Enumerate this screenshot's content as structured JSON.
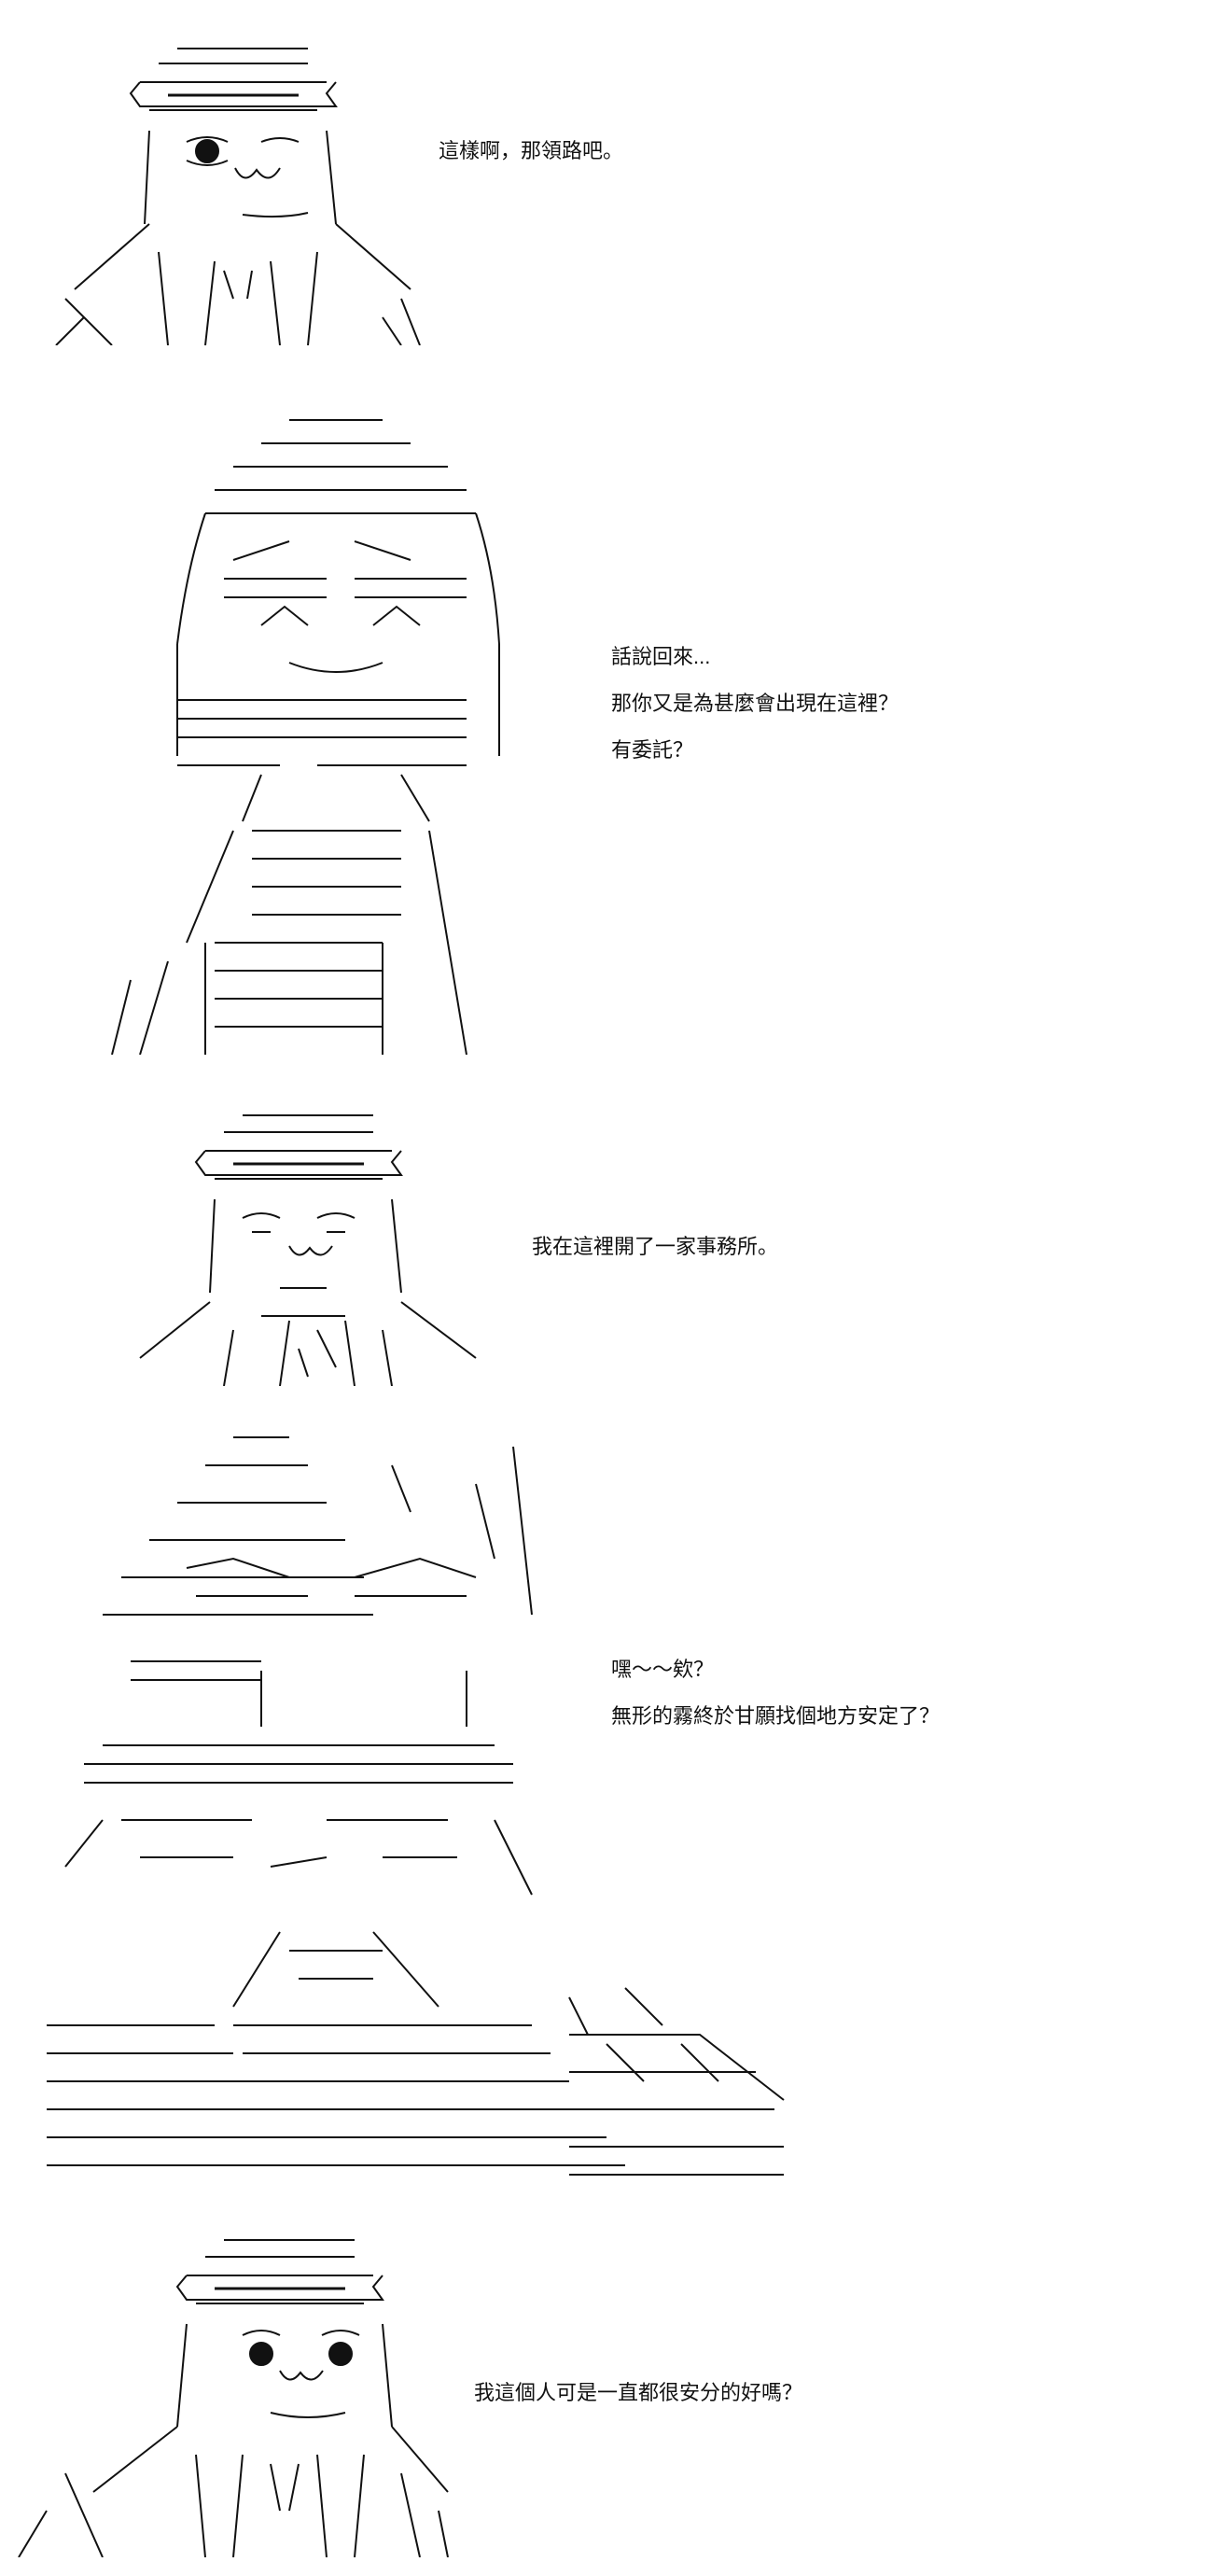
{
  "panels": [
    {
      "character": "hat-man",
      "lines": [
        "這樣啊，那領路吧。"
      ]
    },
    {
      "character": "girl",
      "lines": [
        "話說回來...",
        "那你又是為甚麼會出現在這裡？",
        "有委託？"
      ]
    },
    {
      "character": "hat-man",
      "lines": [
        "我在這裡開了一家事務所。"
      ]
    },
    {
      "character": "girl-seated",
      "lines": [
        "嘿～～欸？",
        "無形的霧終於甘願找個地方安定了？"
      ]
    },
    {
      "character": "hat-man",
      "lines": [
        "我這個人可是一直都很安分的好嗎？"
      ]
    }
  ],
  "colors": {
    "ink": "#111111",
    "background": "#ffffff"
  }
}
